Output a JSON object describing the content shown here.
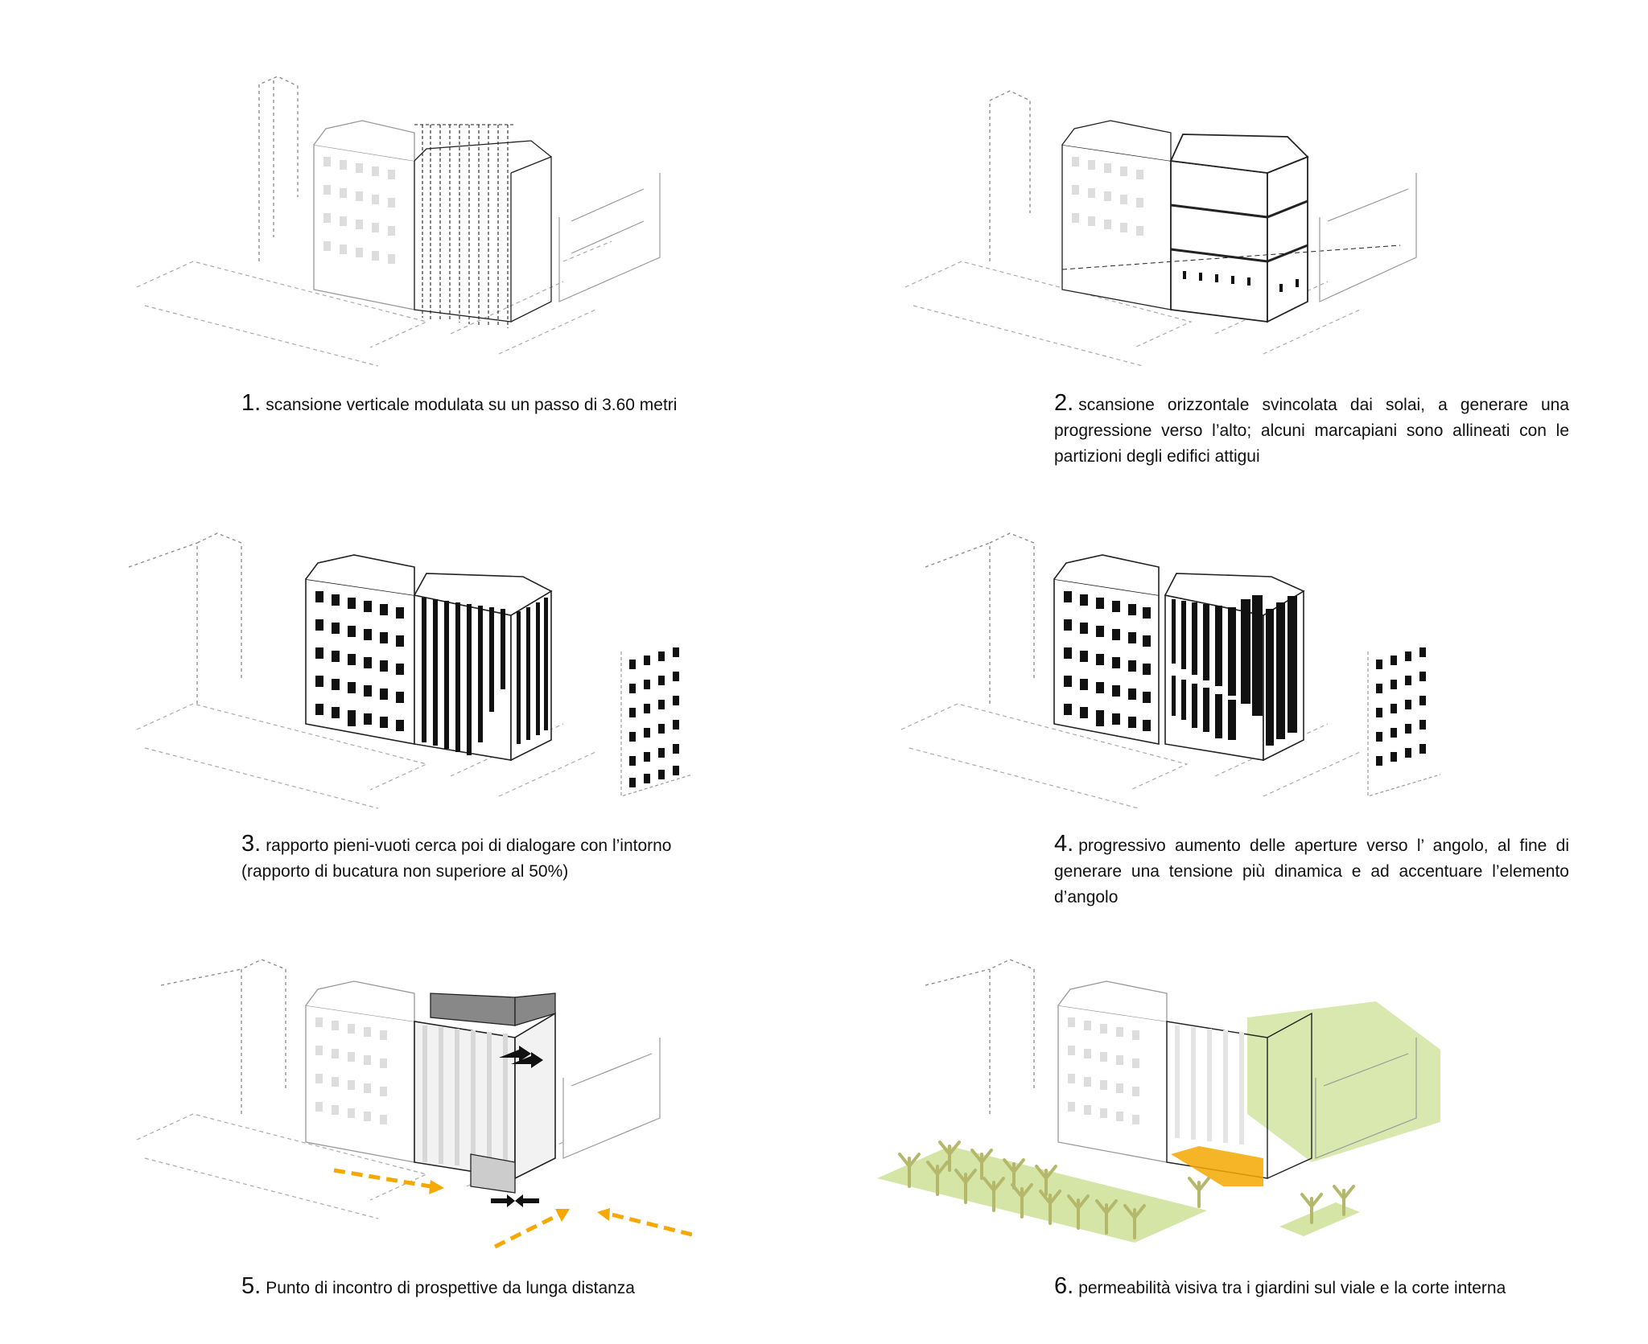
{
  "colors": {
    "line": "#222222",
    "dashed": "#888888",
    "light": "#bdbdbd",
    "accent_orange": "#f5a800",
    "accent_green": "#d5e5a6",
    "tree": "#b5b86a"
  },
  "captions": [
    {
      "num": "1.",
      "lines": [
        "scansione verticale modulata su un passo di 3.60 metri"
      ]
    },
    {
      "num": "2.",
      "lines": [
        "scansione orizzontale svincolata dai solai, a generare una",
        "progressione verso l’alto;  alcuni marcapiani sono allineati con le",
        "partizioni degli edifici attigui"
      ]
    },
    {
      "num": "3.",
      "lines": [
        "rapporto pieni-vuoti cerca poi di dialogare con l’intorno",
        "(rapporto di bucatura non superiore al 50%)"
      ]
    },
    {
      "num": "4.",
      "lines": [
        "progressivo aumento delle aperture verso l’ angolo, al fine di",
        "generare una tensione più dinamica e ad accentuare l’elemento",
        "d’angolo"
      ]
    },
    {
      "num": "5.",
      "lines": [
        "Punto di incontro di prospettive da lunga distanza"
      ]
    },
    {
      "num": "6.",
      "lines": [
        "permeabilità visiva tra i giardini sul viale e la corte interna"
      ]
    }
  ]
}
